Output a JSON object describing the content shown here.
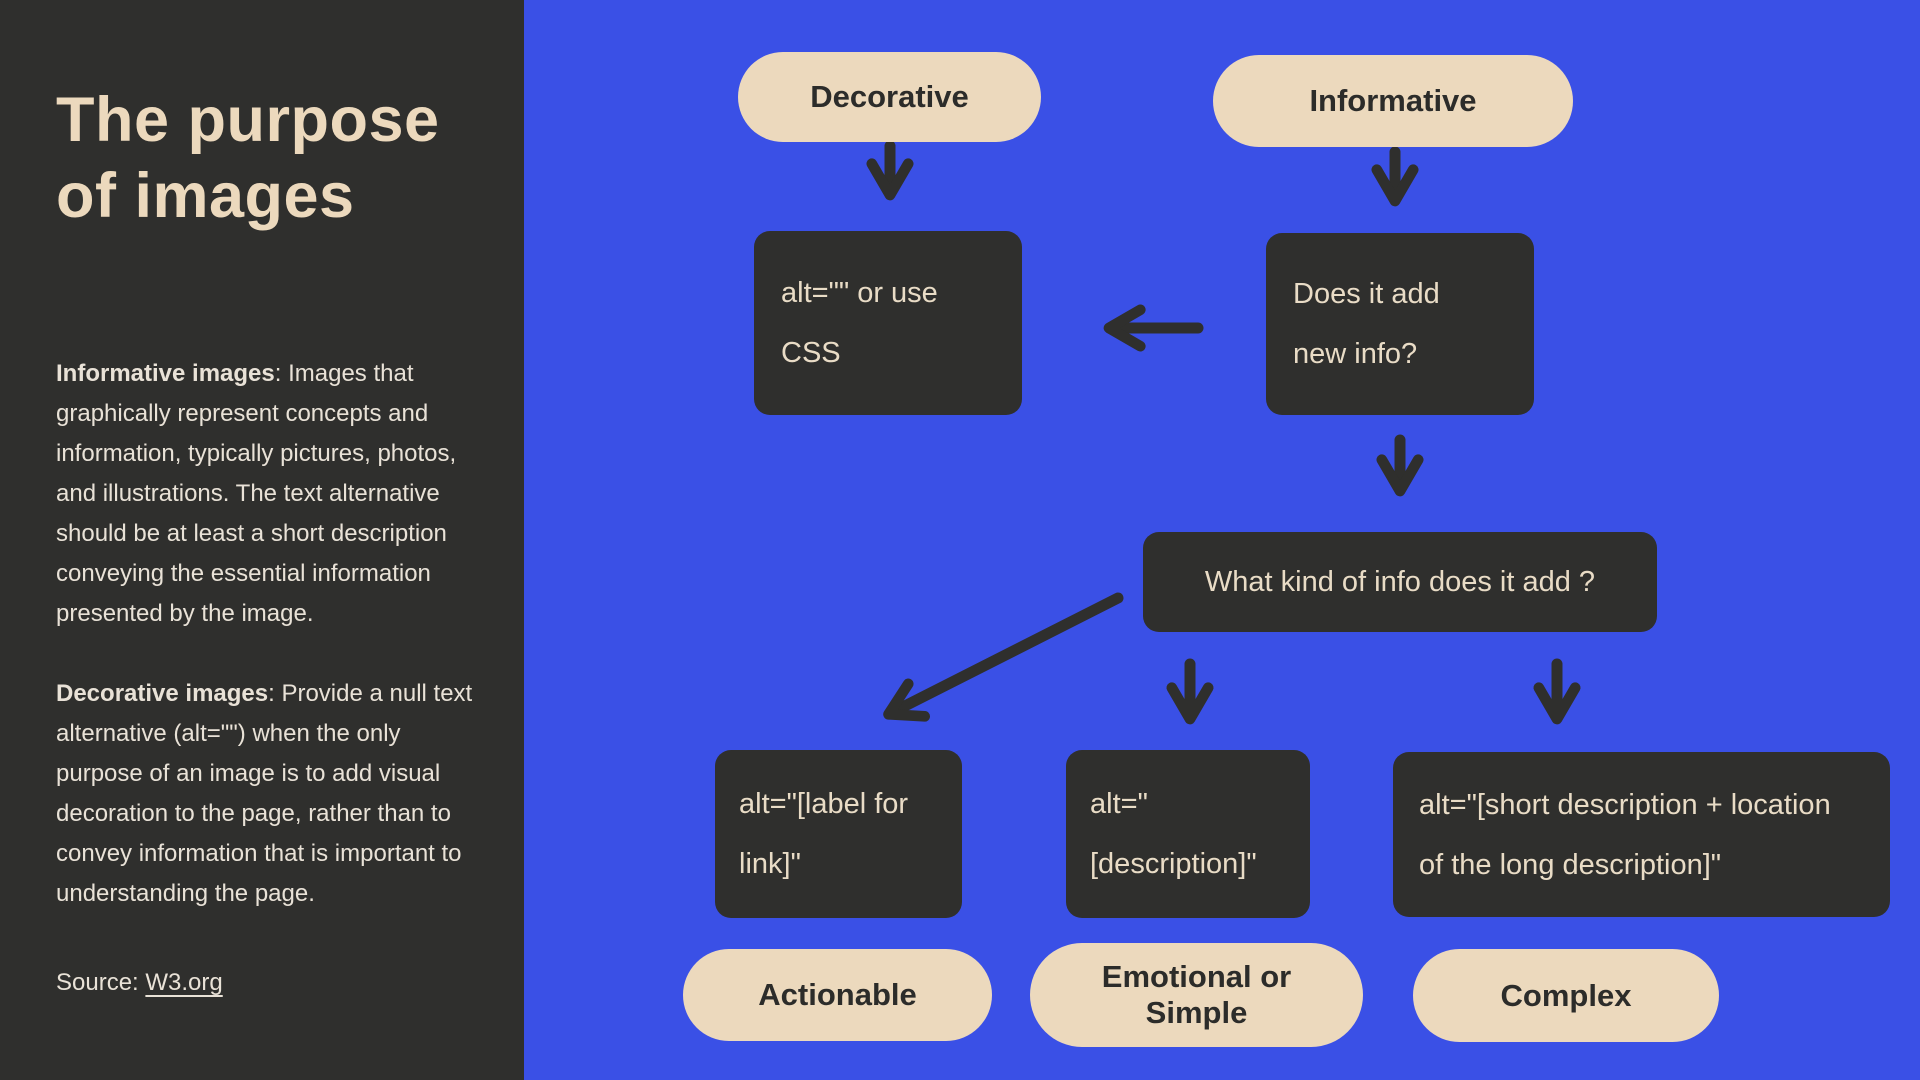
{
  "colors": {
    "background_blue": "#3a50e6",
    "panel_dark": "#2f2f2d",
    "cream": "#ecd9bd",
    "sidebar_text": "#e9e2d7",
    "box_text": "#e9dcc6"
  },
  "sidebar": {
    "title": "The purpose of images",
    "paragraphs": [
      {
        "lead": "Informative images",
        "body": ": Images that graphically represent concepts and information, typically pictures, photos, and illustrations. The text alternative should be at least a short description conveying the essential information presented by the image."
      },
      {
        "lead": "Decorative images",
        "body": ": Provide a null text alternative (alt=\"\") when the only purpose of an image is to add visual decoration to the page, rather than to convey information that is important to understanding the page."
      }
    ],
    "source_label": "Source: ",
    "source_link": "W3.org"
  },
  "flowchart": {
    "top_pills": [
      {
        "label": "Decorative"
      },
      {
        "label": "Informative"
      }
    ],
    "boxes": {
      "alt_css": {
        "lines": [
          "alt=\"\" or use",
          "CSS"
        ]
      },
      "does_add": {
        "lines": [
          "Does it add",
          "new info?"
        ]
      },
      "what_kind": {
        "lines": [
          "What kind of info does it add ?"
        ]
      },
      "label_link": {
        "lines": [
          "alt=\"[label for",
          "link]\""
        ]
      },
      "description": {
        "lines": [
          "alt=\"",
          "[description]\""
        ]
      },
      "short_desc": {
        "lines": [
          "alt=\"[short description + location",
          "of the long description]\""
        ]
      }
    },
    "bottom_pills": [
      {
        "label": "Actionable"
      },
      {
        "label": "Emotional or Simple"
      },
      {
        "label": "Complex"
      }
    ]
  }
}
